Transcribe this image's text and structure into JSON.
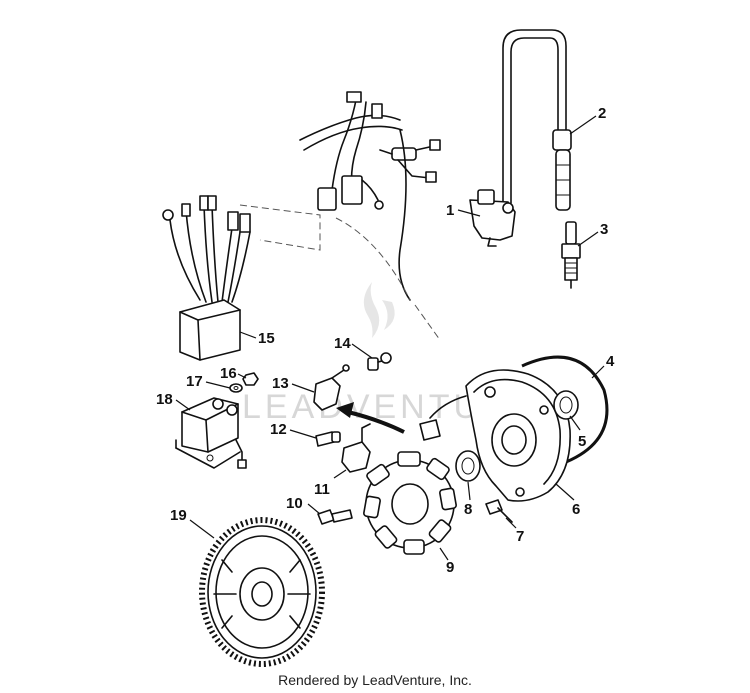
{
  "watermark": "LEADVENTURE",
  "footer": "Rendered by LeadVenture, Inc.",
  "callouts": {
    "c1": "1",
    "c2": "2",
    "c3": "3",
    "c4": "4",
    "c5": "5",
    "c6": "6",
    "c7": "7",
    "c8": "8",
    "c9": "9",
    "c10": "10",
    "c11": "11",
    "c12": "12",
    "c13": "13",
    "c14": "14",
    "c15": "15",
    "c16": "16",
    "c17": "17",
    "c18": "18",
    "c19": "19"
  }
}
